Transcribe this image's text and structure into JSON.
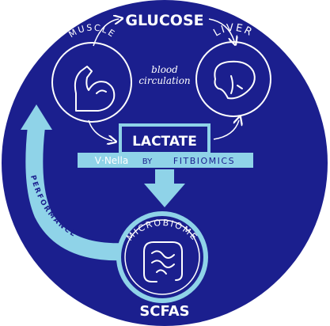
{
  "colors": {
    "navy": "#1b1f8e",
    "teal": "#8fd3e8",
    "white": "#ffffff"
  },
  "labels": {
    "glucose": "GLUCOSE",
    "muscle": "MUSCLE",
    "liver": "LIVER",
    "blood_line1": "blood",
    "blood_line2": "circulation",
    "lactate": "LACTATE",
    "brand_vnella": "V·Nella",
    "brand_by": "BY",
    "brand_fitbiomics": "FITBIOMICS",
    "microbiome": "MICROBIOME",
    "performance": "PERFORMANCE",
    "scfas": "SCFAS"
  },
  "icons": {
    "muscle": "flexed-arm-icon",
    "liver": "liver-icon",
    "microbiome": "intestine-icon"
  }
}
